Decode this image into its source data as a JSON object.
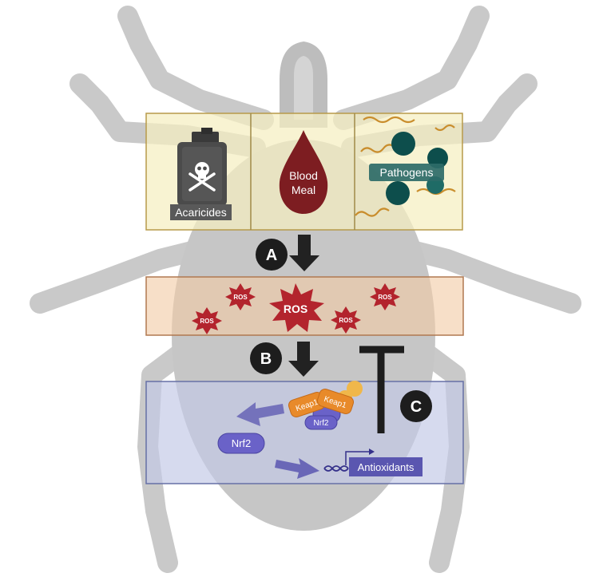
{
  "top_panel": {
    "acaricides_label": "Acaricides",
    "blood_meal_line1": "Blood",
    "blood_meal_line2": "Meal",
    "pathogens_label": "Pathogens"
  },
  "steps": {
    "a": "A",
    "b": "B",
    "c": "C"
  },
  "ros_panel": {
    "big": "ROS",
    "small_1": "ROS",
    "small_2": "ROS",
    "small_3": "ROS",
    "small_4": "ROS"
  },
  "nrf2_panel": {
    "keap1_left": "Keap1",
    "keap1_right": "Keap1",
    "nrf2_bound": "Nrf2",
    "nrf2_free": "Nrf2",
    "antioxidants": "Antioxidants"
  },
  "colors": {
    "tick": "#c8c8c8",
    "top_panel_fill": "#f5f0c4",
    "ros_panel_fill": "#f3cfae",
    "nrf2_panel_fill": "#c6cce8",
    "ros_star": "#b3242d",
    "blood": "#7f1e22",
    "pathogen": "#0d4e4c",
    "keap1": "#e88a2a",
    "nrf2": "#6a62c8",
    "arrow_dark": "#222222"
  }
}
